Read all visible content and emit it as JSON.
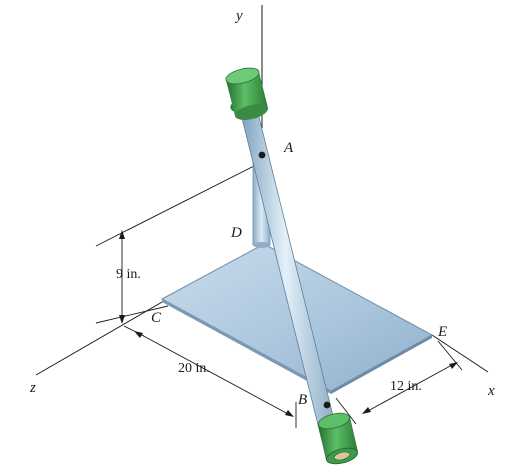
{
  "figure": {
    "axes": {
      "x": "x",
      "y": "y",
      "z": "z"
    },
    "points": {
      "A": "A",
      "B": "B",
      "C": "C",
      "D": "D",
      "E": "E"
    },
    "dimensions": {
      "height": "9 in.",
      "length": "20 in.",
      "width": "12 in."
    },
    "colors": {
      "plate": "#a9c4dc",
      "rod": "#b7d3e6",
      "collar": "#3f9a4a",
      "line": "#1a1a1a"
    }
  }
}
